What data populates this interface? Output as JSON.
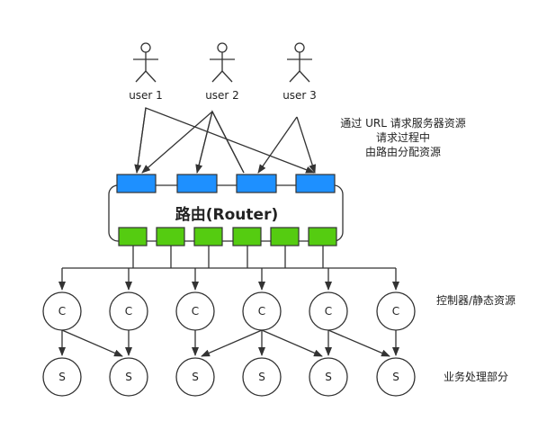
{
  "users": [
    {
      "label": "user 1"
    },
    {
      "label": "user 2"
    },
    {
      "label": "user 3"
    }
  ],
  "note_lines": [
    "通过 URL 请求服务器资源",
    "请求过程中",
    "由路由分配资源"
  ],
  "router": {
    "title": "路由(Router)"
  },
  "controller_label": "C",
  "service_label": "S",
  "side_labels": {
    "controllers": "控制器/静态资源",
    "services": "业务处理部分"
  },
  "colors": {
    "input_port": "#1e90ff",
    "output_port": "#55cc11",
    "stroke": "#333333"
  }
}
